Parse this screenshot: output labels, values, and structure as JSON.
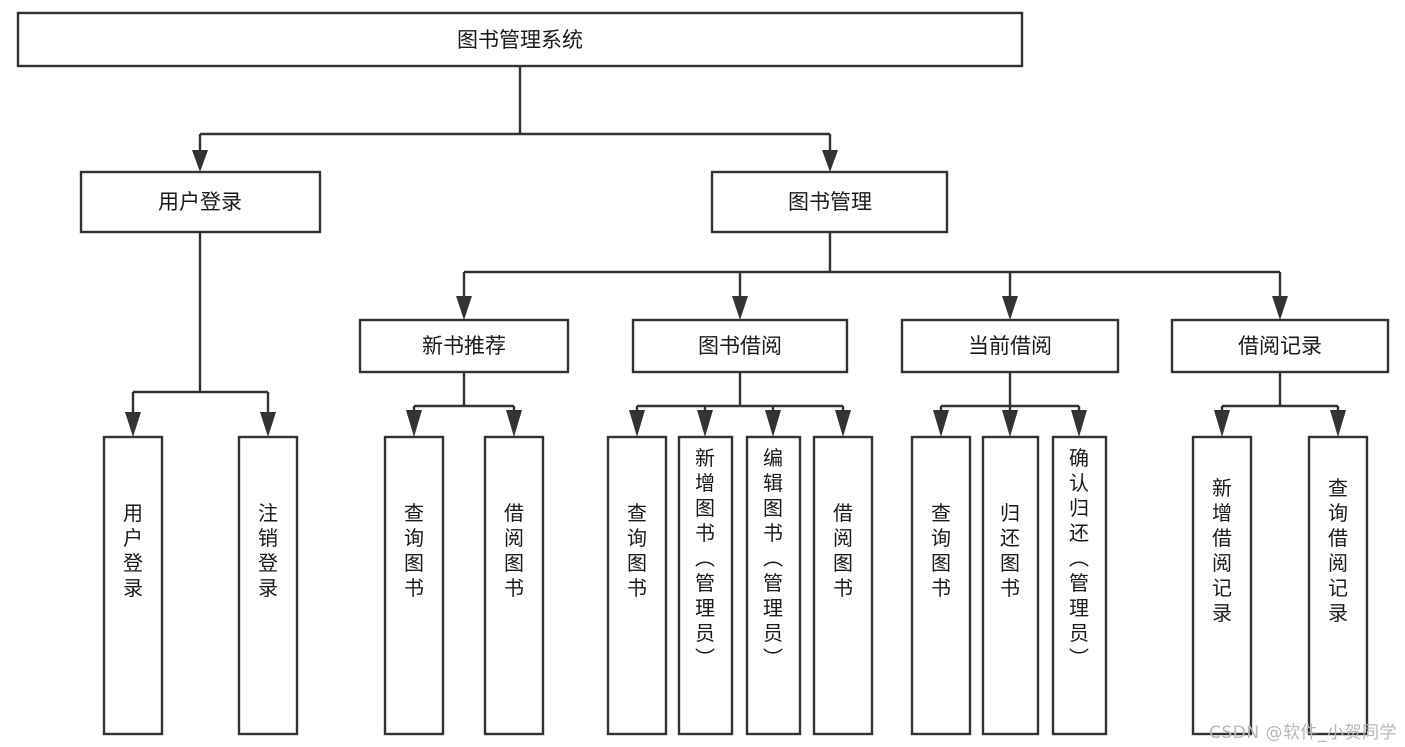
{
  "diagram": {
    "title": "图书管理系统",
    "type": "tree-hierarchy",
    "watermark": "CSDN @软件_小贺同学",
    "colors": {
      "stroke": "#333333",
      "fill": "#ffffff",
      "text": "#1a1a1a",
      "background": "#ffffff",
      "watermark": "#b8b8b8"
    },
    "levels": {
      "root": {
        "label": "图书管理系统"
      },
      "level2": [
        {
          "id": "user-login",
          "label": "用户登录"
        },
        {
          "id": "book-management",
          "label": "图书管理"
        }
      ],
      "level3": [
        {
          "id": "new-book-recommend",
          "label": "新书推荐",
          "parent": "book-management"
        },
        {
          "id": "book-borrow",
          "label": "图书借阅",
          "parent": "book-management"
        },
        {
          "id": "current-borrow",
          "label": "当前借阅",
          "parent": "book-management"
        },
        {
          "id": "borrow-record",
          "label": "借阅记录",
          "parent": "book-management"
        }
      ],
      "leaves": [
        {
          "id": "leaf-user-login",
          "label": "用户登录",
          "parent": "user-login"
        },
        {
          "id": "leaf-logout",
          "label": "注销登录",
          "parent": "user-login"
        },
        {
          "id": "leaf-query-book-1",
          "label": "查询图书",
          "parent": "new-book-recommend"
        },
        {
          "id": "leaf-borrow-book-1",
          "label": "借阅图书",
          "parent": "new-book-recommend"
        },
        {
          "id": "leaf-query-book-2",
          "label": "查询图书",
          "parent": "book-borrow"
        },
        {
          "id": "leaf-add-book",
          "label": "新增图书（管理员）",
          "parent": "book-borrow"
        },
        {
          "id": "leaf-edit-book",
          "label": "编辑图书（管理员）",
          "parent": "book-borrow"
        },
        {
          "id": "leaf-borrow-book-2",
          "label": "借阅图书",
          "parent": "book-borrow"
        },
        {
          "id": "leaf-query-book-3",
          "label": "查询图书",
          "parent": "current-borrow"
        },
        {
          "id": "leaf-return-book",
          "label": "归还图书",
          "parent": "current-borrow"
        },
        {
          "id": "leaf-confirm-return",
          "label": "确认归还（管理员）",
          "parent": "current-borrow"
        },
        {
          "id": "leaf-add-record",
          "label": "新增借阅记录",
          "parent": "borrow-record"
        },
        {
          "id": "leaf-query-record",
          "label": "查询借阅记录",
          "parent": "borrow-record"
        }
      ]
    }
  }
}
